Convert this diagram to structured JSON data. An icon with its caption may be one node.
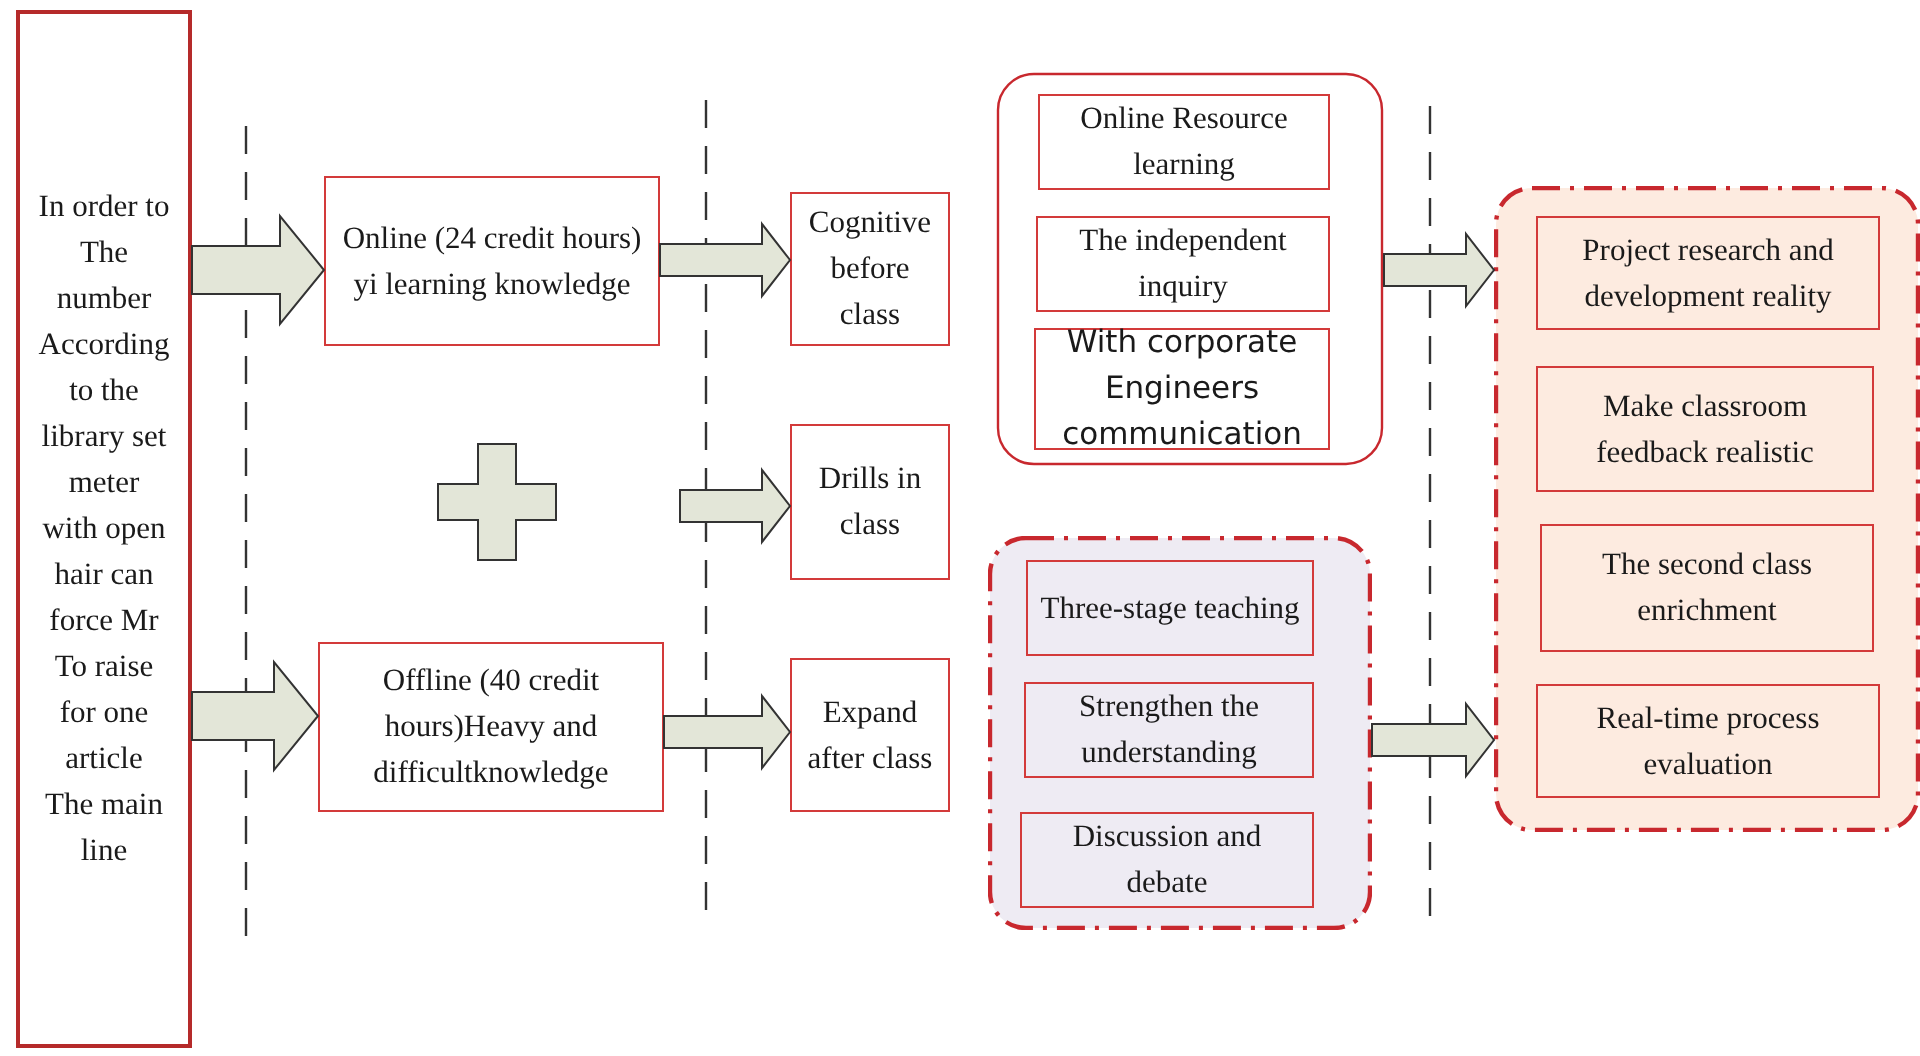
{
  "diagram": {
    "nodes": [
      {
        "text": [
          "In order to The number According to the library set meter with open hair can force Mr To raise for one article The main line"
        ]
      },
      {
        "text": [
          "Online (24 credit hours) yi learning knowledge"
        ]
      },
      {
        "text": [
          "Offline (40 credit hours)Heavy and difficultknowledge"
        ]
      },
      {
        "text": [
          "Cognitive before class"
        ]
      },
      {
        "text": [
          "Drills in class"
        ]
      },
      {
        "text": [
          "Expand after class"
        ]
      },
      {
        "text": [],
        "shape": "box"
      },
      {
        "text": [
          "Online Resource learning"
        ],
        "in": 6
      },
      {
        "text": [
          "The independent inquiry"
        ],
        "in": 6
      },
      {
        "text": [
          "With corporate Engineers communication"
        ],
        "in": 6
      },
      {
        "text": [],
        "shape": "box"
      },
      {
        "text": [
          "Three-stage teaching"
        ],
        "in": 10
      },
      {
        "text": [
          "Strengthen the understanding"
        ],
        "in": 10
      },
      {
        "text": [
          "Discussion and debate"
        ],
        "in": 10
      },
      {
        "text": [],
        "shape": "box"
      },
      {
        "text": [
          "Project research and development reality"
        ],
        "in": 14
      },
      {
        "text": [
          "Make classroom feedback realistic"
        ],
        "in": 14
      },
      {
        "text": [
          "The second class enrichment"
        ],
        "in": 14
      },
      {
        "text": [
          "Real-time process evaluation"
        ],
        "in": 14
      }
    ],
    "edges": [
      {
        "from": 0,
        "to": 1,
        "arrow": "to",
        "style": "thick"
      },
      {
        "from": 0,
        "to": 2,
        "arrow": "to",
        "style": "thick"
      },
      {
        "from": 1,
        "to": 3,
        "arrow": "to",
        "style": "thick"
      },
      {
        "from": null,
        "to": 4,
        "arrow": "to",
        "style": "thick"
      },
      {
        "from": 2,
        "to": 5,
        "arrow": "to",
        "style": "thick"
      },
      {
        "from": 6,
        "to": 14,
        "arrow": "to",
        "style": "thick"
      },
      {
        "from": 10,
        "to": 14,
        "arrow": "to",
        "style": "thick"
      }
    ]
  }
}
